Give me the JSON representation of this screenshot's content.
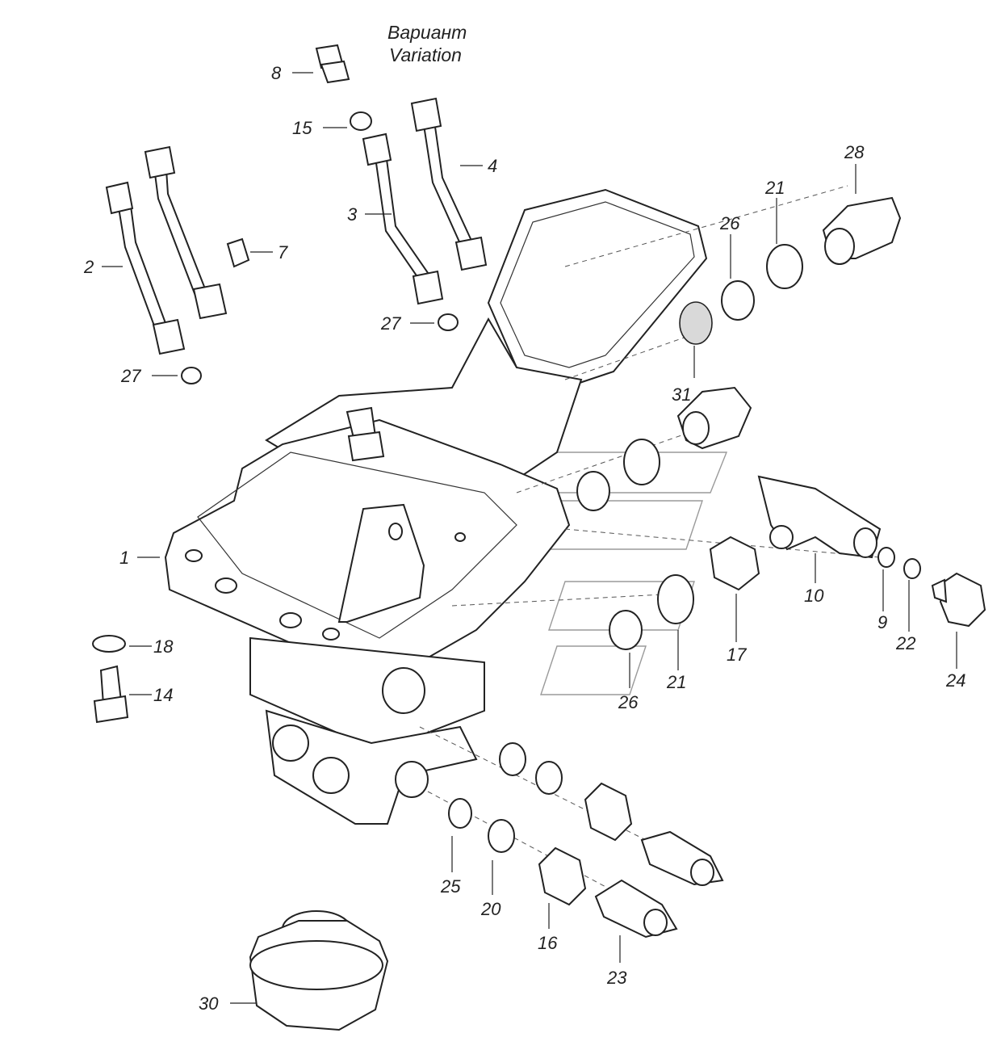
{
  "diagram": {
    "variant_label_ru": "Вариант",
    "variant_label_en": "Variation",
    "callouts": [
      "1",
      "2",
      "3",
      "4",
      "7",
      "8",
      "9",
      "10",
      "14",
      "15",
      "16",
      "17",
      "18",
      "20",
      "21",
      "21",
      "22",
      "23",
      "24",
      "25",
      "26",
      "26",
      "27",
      "27",
      "28",
      "30",
      "31"
    ]
  }
}
